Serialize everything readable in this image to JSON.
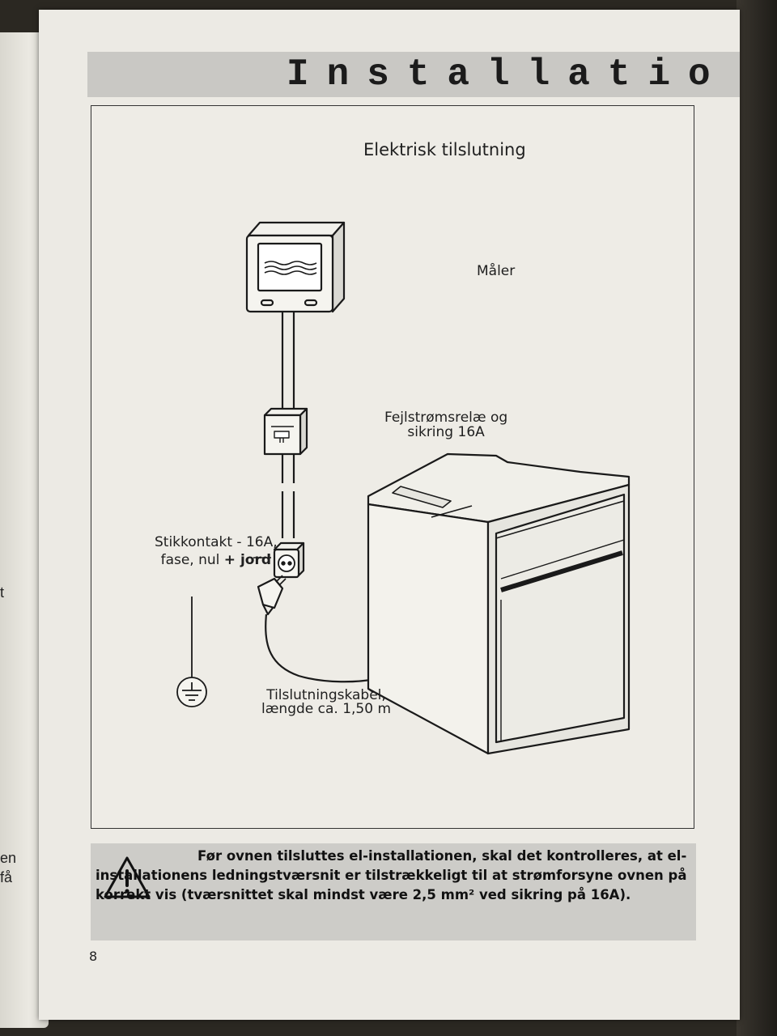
{
  "header": {
    "title": "Installatio"
  },
  "diagram": {
    "title": "Elektrisk tilslutning",
    "labels": {
      "meter": "Måler",
      "relay_line1": "Fejlstrømsrelæ og",
      "relay_line2": "sikring 16A",
      "socket_line1": "Stikkontakt - 16A,",
      "socket_line2_prefix": "fase, nul ",
      "socket_line2_bold": "+ jord",
      "cable_line1": "Tilslutningskabel,",
      "cable_line2": "længde ca. 1,50 m"
    },
    "icons": [
      "electric-meter-icon",
      "circuit-breaker-icon",
      "wall-socket-icon",
      "plug-icon",
      "ground-symbol-icon",
      "oven-icon"
    ]
  },
  "warning": {
    "icon": "warning-triangle-icon",
    "text": "Før ovnen tilsluttes el-installationen, skal det kontrolleres, at el-installationens ledningstværsnit er tilstrækkeligt til at strømforsyne ovnen på korrekt vis (tværsnittet skal mindst være 2,5 mm² ved sikring på 16A)."
  },
  "page_number": "8",
  "backdrop": {
    "left_page_fragments": [
      "t",
      "en",
      "få"
    ]
  }
}
